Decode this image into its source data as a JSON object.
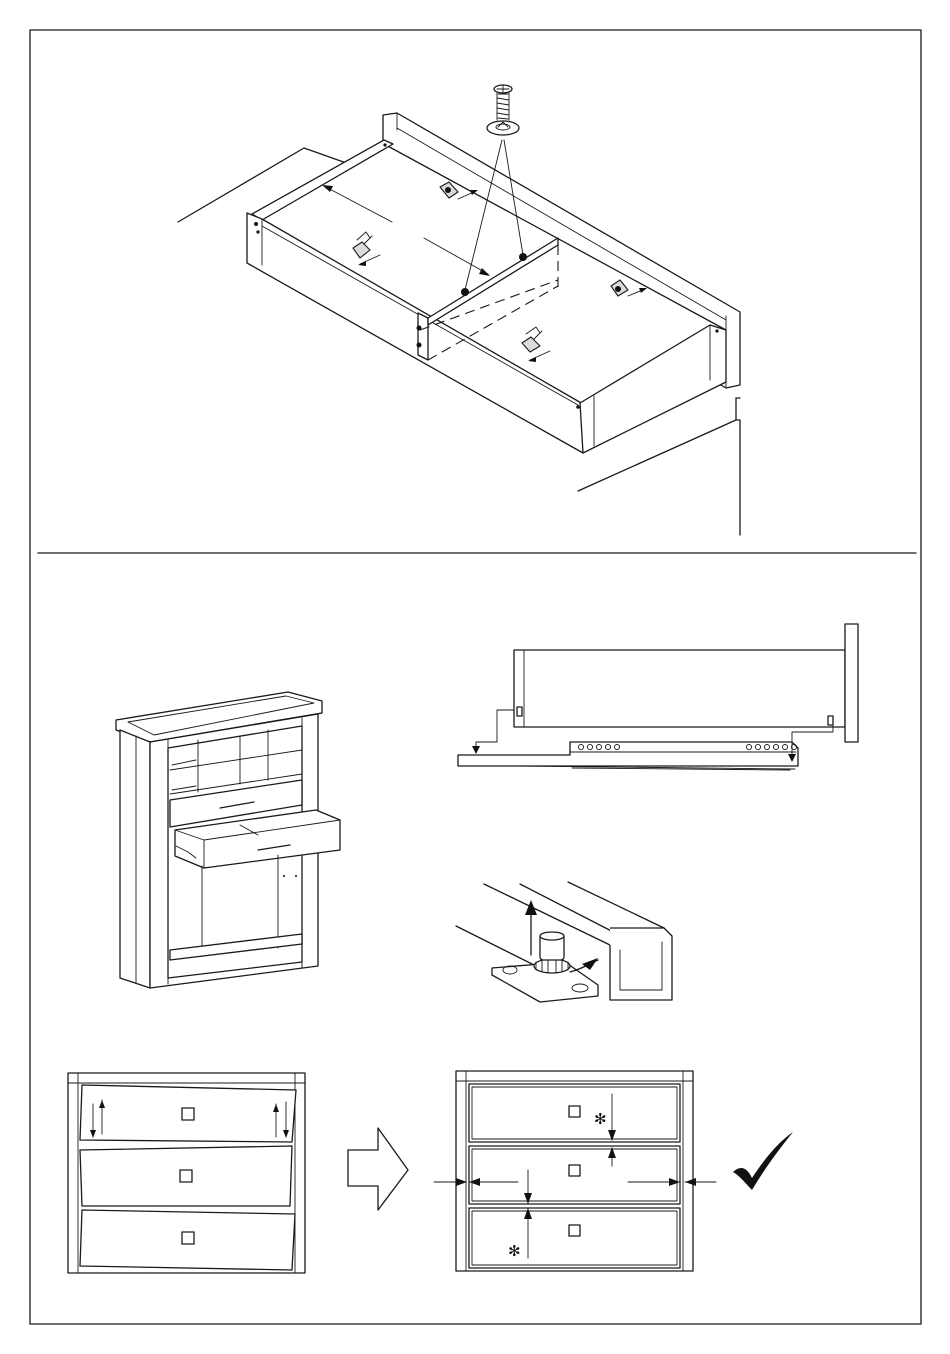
{
  "document": {
    "type": "assembly-instruction-sheet",
    "panels": [
      {
        "id": "top",
        "content": "drawer-box-assembly-with-screw-and-clips"
      },
      {
        "id": "bottom",
        "content": "drawer-fitting-and-alignment"
      }
    ]
  },
  "marks": {
    "gap_marker": "✻",
    "ok_mark": "check-icon"
  }
}
